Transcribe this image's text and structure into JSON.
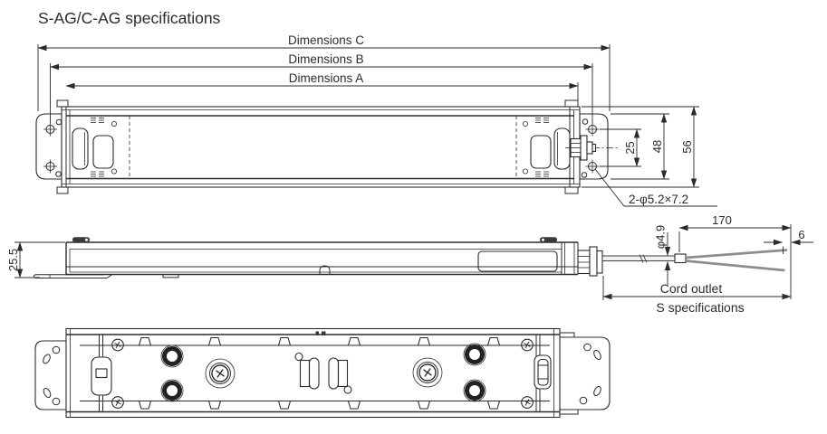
{
  "title": "S-AG/C-AG specifications",
  "colors": {
    "ink": "#2b2b2b",
    "wire_gray": "#8d8d8d",
    "background": "#ffffff"
  },
  "top_view": {
    "dim_c": "Dimensions C",
    "dim_b": "Dimensions B",
    "dim_a": "Dimensions A",
    "hole_pitch": "25",
    "bracket_height": "48",
    "overall_height": "56",
    "mount_hole_label": "2-φ5.2×7.2"
  },
  "side_view": {
    "height": "25.5",
    "cord_length": "170",
    "strip_length": "6",
    "cord_diameter": "φ4.9",
    "cord_outlet_label": "Cord outlet",
    "spec_label": "S specifications"
  }
}
